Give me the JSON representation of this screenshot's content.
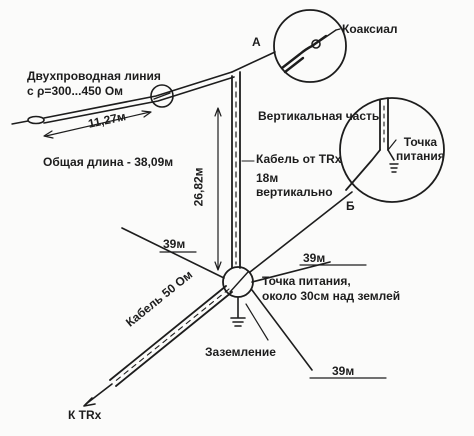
{
  "labels": {
    "coax": "Коаксиал",
    "point_a": "А",
    "twin_line_1": "Двухпроводная линия",
    "twin_line_2": "с ρ=300...450 Ом",
    "len_1127": "11,27м",
    "total_len": "Общая длина - 38,09м",
    "vertical_part": "Вертикальная часть",
    "cable_from_trx": "Кабель от TRx",
    "feed_point_small_1": "Точка",
    "feed_point_small_2": "питания",
    "vert_18_1": "18м",
    "vert_18_2": "вертикально",
    "len_2682": "26,82м",
    "point_b": "Б",
    "rad_39_left": "39м",
    "rad_39_right": "39м",
    "feed_main_1": "Точка питания,",
    "feed_main_2": "около 30см над землей",
    "cable_50": "Кабель 50 Ом",
    "ground": "Заземление",
    "rad_39_bottom": "39м",
    "to_trx": "К TRx"
  },
  "colors": {
    "ink": "#1d1d1d",
    "paper": "#fbfbfa"
  }
}
